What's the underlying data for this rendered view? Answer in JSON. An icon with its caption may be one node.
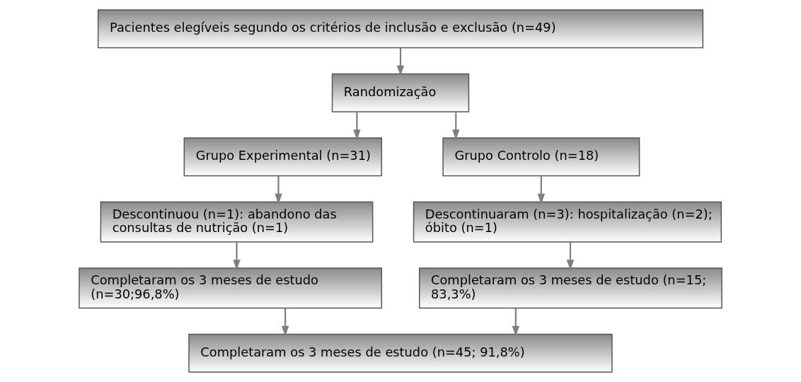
{
  "diagram": {
    "nodes": [
      {
        "text": [
          "Pacientes elegíveis segundo os critérios de inclusão e exclusão (n=49)"
        ]
      },
      {
        "text": [
          "Randomização"
        ]
      },
      {
        "text": [
          "Grupo Experimental (n=31)"
        ]
      },
      {
        "text": [
          "Grupo Controlo (n=18)"
        ]
      },
      {
        "text": [
          "Descontinuou (n=1): abandono das consultas de nutrição (n=1)"
        ]
      },
      {
        "text": [
          "Descontinuaram (n=3): hospitalização (n=2); óbito (n=1)"
        ]
      },
      {
        "text": [
          "Completaram os 3 meses de estudo (n=30;96,8%)"
        ]
      },
      {
        "text": [
          "Completaram os 3 meses de estudo (n=15; 83,3%)"
        ]
      },
      {
        "text": [
          "Completaram os 3 meses de estudo (n=45; 91,8%)"
        ]
      }
    ],
    "edges": [
      {
        "from": 0,
        "to": 1,
        "arrow": "to"
      },
      {
        "from": 1,
        "to": 2,
        "arrow": "to"
      },
      {
        "from": 1,
        "to": 3,
        "arrow": "to"
      },
      {
        "from": 2,
        "to": 4,
        "arrow": "to"
      },
      {
        "from": 3,
        "to": 5,
        "arrow": "to"
      },
      {
        "from": 4,
        "to": 6,
        "arrow": "to"
      },
      {
        "from": 5,
        "to": 7,
        "arrow": "to"
      },
      {
        "from": 6,
        "to": 8,
        "arrow": "to"
      },
      {
        "from": 7,
        "to": 8,
        "arrow": "to"
      }
    ]
  }
}
